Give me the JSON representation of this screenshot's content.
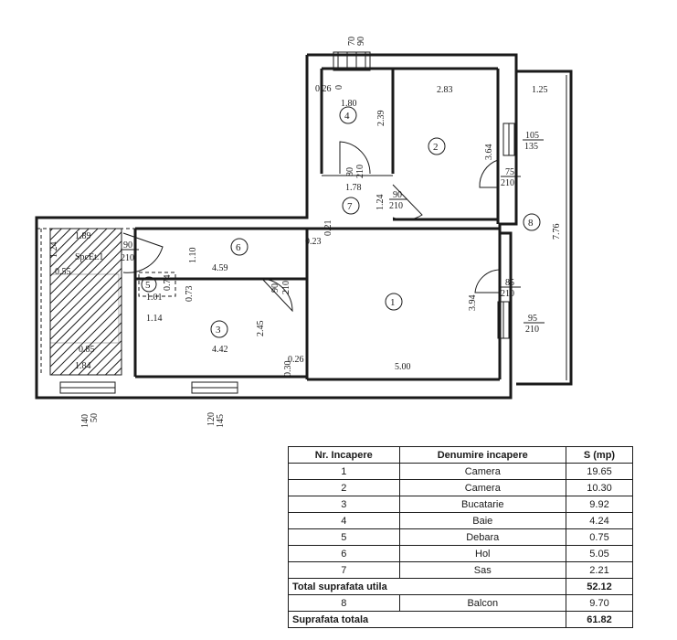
{
  "plan": {
    "rooms": [
      "1",
      "2",
      "3",
      "4",
      "5",
      "6",
      "7",
      "8"
    ],
    "stair_label": "SpcEt.1",
    "dims": {
      "top_win_a": "70",
      "top_win_b": "90",
      "r4_a": "0.26",
      "r4_b": "0",
      "r4_w": "1.80",
      "r4_h": "2.39",
      "r2_w": "2.83",
      "r2_h": "3.64",
      "balc_w": "1.25",
      "win2_a": "105",
      "win2_b": "135",
      "door2_a": "75",
      "door2_b": "210",
      "door4_a": "80",
      "door4_b": "210",
      "r7_w": "1.78",
      "r7_h": "1.24",
      "door7_a": "90",
      "door7_b": "210",
      "balc_len": "7.76",
      "stair_a": "1.89",
      "stair_b": "1.24",
      "stair_c": "0.55",
      "stair_d": "0.85",
      "stair_e": "1.84",
      "door6_a": "90",
      "door6_b": "210",
      "r6_h": "1.10",
      "r6_w": "4.59",
      "wall_a": "0.23",
      "wall_b": "0.21",
      "r5_w": "1.01",
      "r5_h": "0.74",
      "r5_c": "0.73",
      "door3_a": "90",
      "door3_b": "210",
      "door1_a": "85",
      "door1_b": "210",
      "r1_h": "3.94",
      "win1_a": "95",
      "win1_b": "210",
      "r3_a": "1.14",
      "r3_w": "4.42",
      "r3_h": "2.45",
      "wall_c": "0.26",
      "wall_d": "0.30",
      "r1_w": "5.00",
      "bot_win_a": "140",
      "bot_win_b": "50",
      "bot_win_c": "120",
      "bot_win_d": "145"
    }
  },
  "table": {
    "headers": [
      "Nr. Incapere",
      "Denumire incapere",
      "S (mp)"
    ],
    "rows": [
      [
        "1",
        "Camera",
        "19.65"
      ],
      [
        "2",
        "Camera",
        "10.30"
      ],
      [
        "3",
        "Bucatarie",
        "9.92"
      ],
      [
        "4",
        "Baie",
        "4.24"
      ],
      [
        "5",
        "Debara",
        "0.75"
      ],
      [
        "6",
        "Hol",
        "5.05"
      ],
      [
        "7",
        "Sas",
        "2.21"
      ]
    ],
    "total_util_label": "Total suprafata utila",
    "total_util_value": "52.12",
    "balcony_row": [
      "8",
      "Balcon",
      "9.70"
    ],
    "total_label": "Suprafata totala",
    "total_value": "61.82"
  }
}
